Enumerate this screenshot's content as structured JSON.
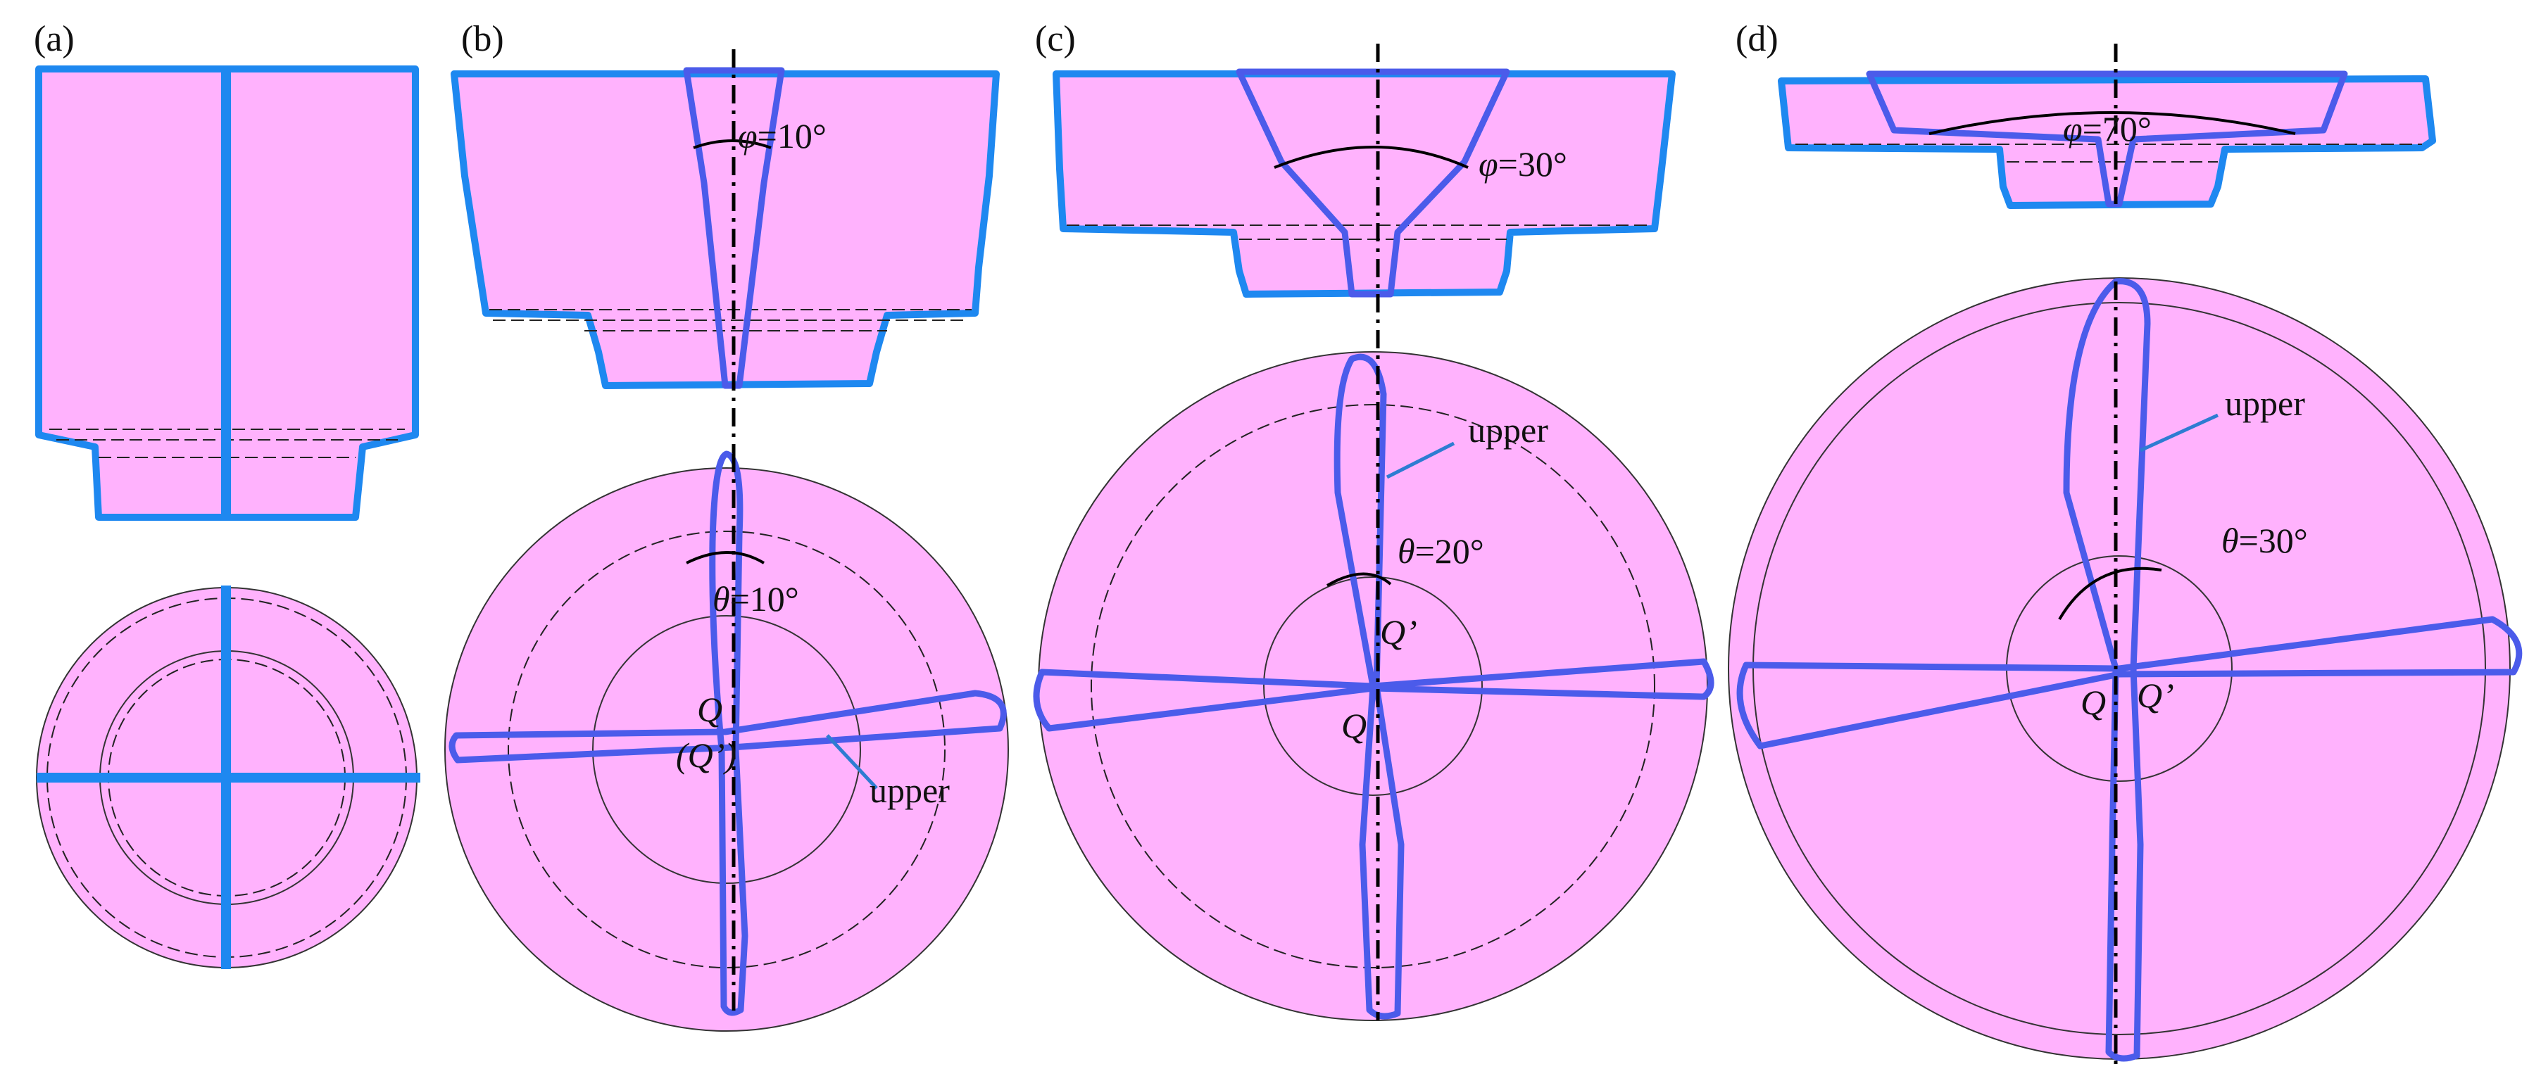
{
  "panels": [
    {
      "id": "a",
      "label": "(a)"
    },
    {
      "id": "b",
      "label": "(b)",
      "phi": "=10°",
      "theta": "=10°",
      "point_q": "Q",
      "point_q_prime": "(Q’)",
      "upper": "upper"
    },
    {
      "id": "c",
      "label": "(c)",
      "phi": "=30°",
      "theta": "=20°",
      "point_q": "Q",
      "point_q_prime": "Q’",
      "upper": "upper"
    },
    {
      "id": "d",
      "label": "(d)",
      "phi": "=70°",
      "theta": "=30°",
      "point_q": "Q",
      "point_q_prime": "Q’",
      "upper": "upper"
    }
  ],
  "symbols": {
    "phi": "φ",
    "theta": "θ"
  },
  "colors": {
    "part_fill": "#ffb2fd",
    "seam_blue": "#1e88f0",
    "petal_blue": "#4b5bea",
    "axis": "#000000"
  }
}
